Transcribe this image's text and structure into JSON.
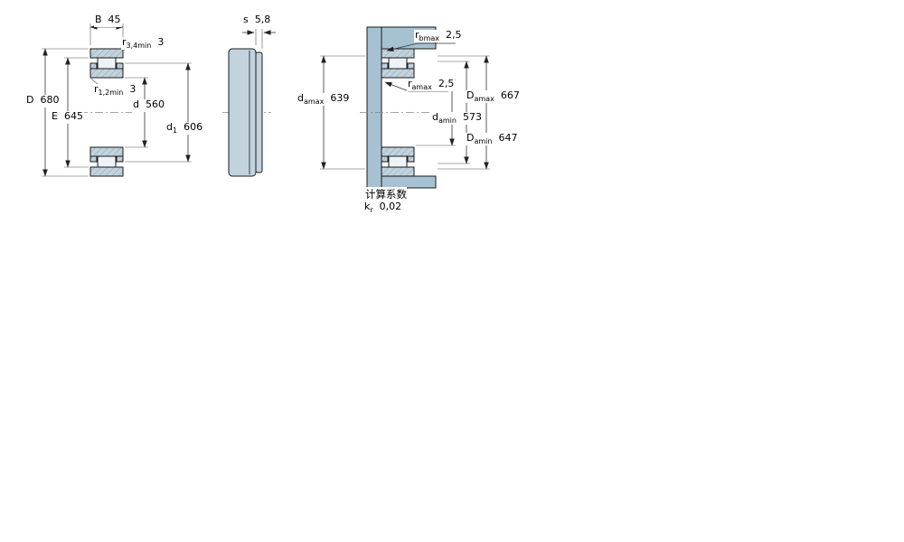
{
  "colors": {
    "bearing_fill": "#c2d3de",
    "shade_fill": "#a6c2d2",
    "line_color": "#1a1a1a"
  },
  "labels": {
    "B": {
      "sym": "B",
      "sub": "",
      "val": "45"
    },
    "r34min": {
      "sym": "r",
      "sub": "3,4min",
      "val": "3"
    },
    "r12min": {
      "sym": "r",
      "sub": "1,2min",
      "val": "3"
    },
    "D": {
      "sym": "D",
      "sub": "",
      "val": "680"
    },
    "E": {
      "sym": "E",
      "sub": "",
      "val": "645"
    },
    "d": {
      "sym": "d",
      "sub": "",
      "val": "560"
    },
    "d1": {
      "sym": "d",
      "sub": "1",
      "val": "606"
    },
    "s": {
      "sym": "s",
      "sub": "",
      "val": "5,8"
    },
    "rbmax": {
      "sym": "r",
      "sub": "bmax",
      "val": "2,5"
    },
    "damax": {
      "sym": "d",
      "sub": "amax",
      "val": "639"
    },
    "ramax": {
      "sym": "r",
      "sub": "amax",
      "val": "2,5"
    },
    "damin": {
      "sym": "d",
      "sub": "amin",
      "val": "573"
    },
    "Damax": {
      "sym": "D",
      "sub": "amax",
      "val": "667"
    },
    "Damin": {
      "sym": "D",
      "sub": "amin",
      "val": "647"
    },
    "calc_heading": "计算系数",
    "kr": {
      "sym": "k",
      "sub": "r",
      "val": "0,02"
    }
  }
}
